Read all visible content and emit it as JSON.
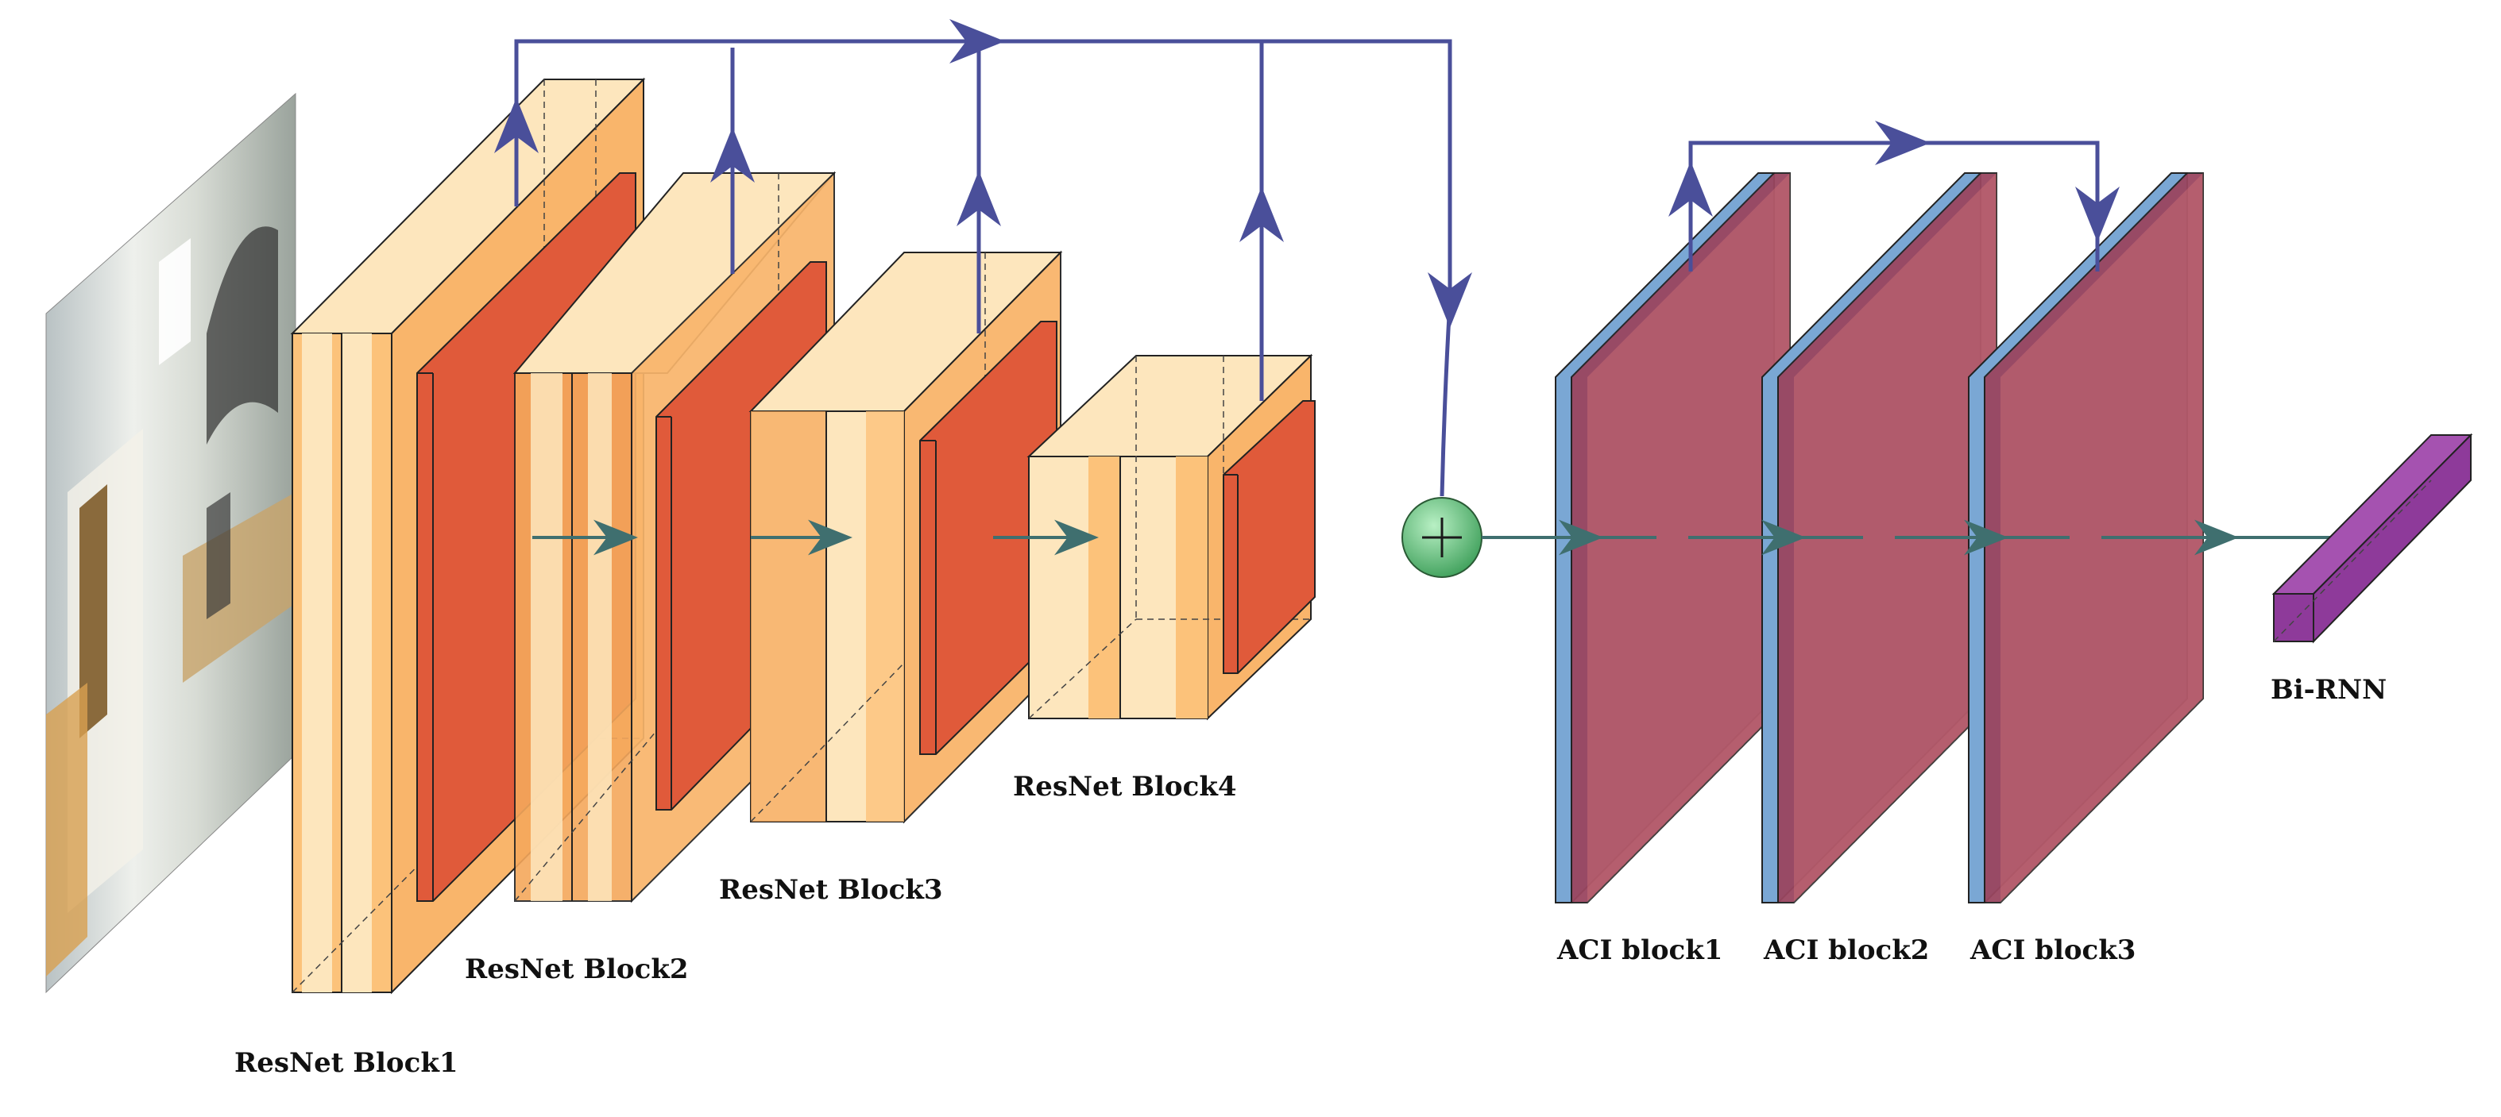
{
  "labels": {
    "resnet_block1": "ResNet Block1",
    "resnet_block2": "ResNet Block2",
    "resnet_block3": "ResNet Block3",
    "resnet_block4": "ResNet Block4",
    "aci_block1": "ACI block1",
    "aci_block2": "ACI block2",
    "aci_block3": "ACI block3",
    "bi_rnn": "Bi-RNN"
  },
  "colors": {
    "feature_light": "#fde6bd",
    "feature_mid": "#fcc27a",
    "feature_dark": "#f5a85c",
    "conv_kernel": "#e05a3a",
    "aci_blue": "#7aa7d4",
    "aci_red": "#e07a7a",
    "aci_overlay": "#9a4660",
    "skip_line": "#4a4f9a",
    "flow_arrow": "#3f6f6f",
    "sum_node": "#5fc07a",
    "bi_rnn": "#8e3a9a"
  },
  "icons": {
    "input_image": "panorama-room-image",
    "sum_node": "plus-circle-icon"
  }
}
